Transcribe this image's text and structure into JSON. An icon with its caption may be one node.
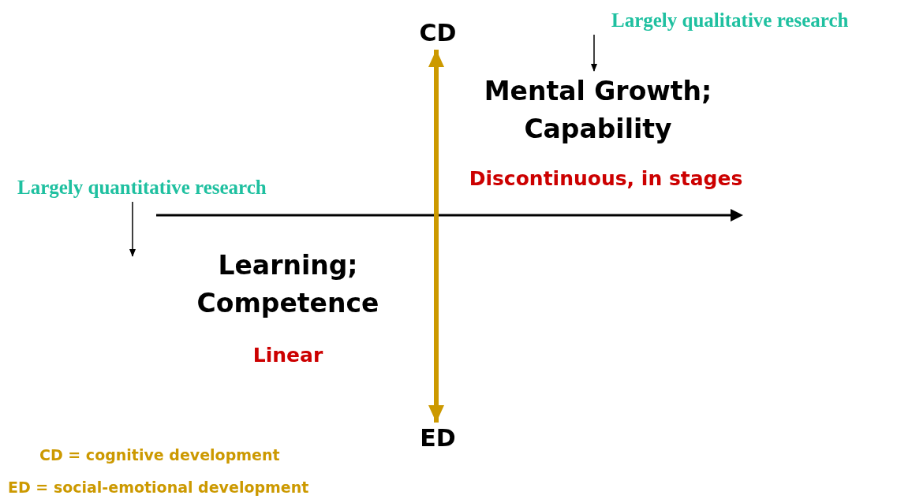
{
  "diagram": {
    "nodes": [
      {
        "text": [
          "CD"
        ]
      },
      {
        "text": [
          "ED"
        ]
      },
      {
        "text": [
          "Largely qualitative research"
        ]
      },
      {
        "text": [
          "Mental Growth; Capability"
        ]
      },
      {
        "text": [
          "Largely quantitative research"
        ]
      },
      {
        "text": [
          "Learning; Competence"
        ]
      }
    ],
    "edges": [
      {
        "from": 0,
        "to": 1,
        "arrow": "both",
        "style": "thick",
        "color": "#cc9900"
      },
      {
        "from": 2,
        "to": 3,
        "arrow": "to"
      },
      {
        "from": 4,
        "to": null,
        "arrow": "to"
      }
    ],
    "labels": [
      "Discontinuous, in stages",
      "Linear",
      "CD = cognitive development",
      "ED = social-emotional development"
    ]
  }
}
